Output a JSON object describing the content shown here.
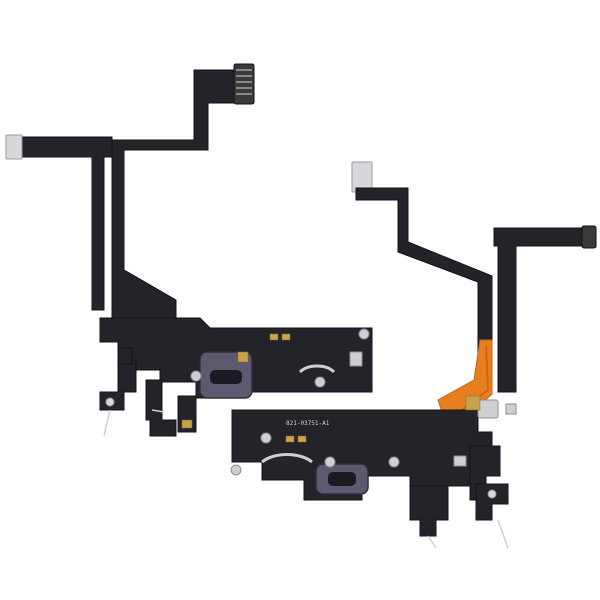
{
  "product_photo": {
    "background": "#ffffff",
    "colors": {
      "flex": "#24232a",
      "flex_edge": "#141318",
      "contact": "#d8d8dc",
      "connector_pins": "#3a3a3a",
      "orange_flex": "#e87f1f",
      "orange_flex_dark": "#c9651a",
      "port": "#5b5a6e",
      "port_inner": "#1b1a22",
      "bracket": "#cfcfd3",
      "gold": "#c9a24a"
    },
    "assemblies": [
      {
        "name": "left-charging-port-flex",
        "part_label": ""
      },
      {
        "name": "right-charging-port-flex",
        "part_label": "821-03751-A1"
      }
    ]
  }
}
